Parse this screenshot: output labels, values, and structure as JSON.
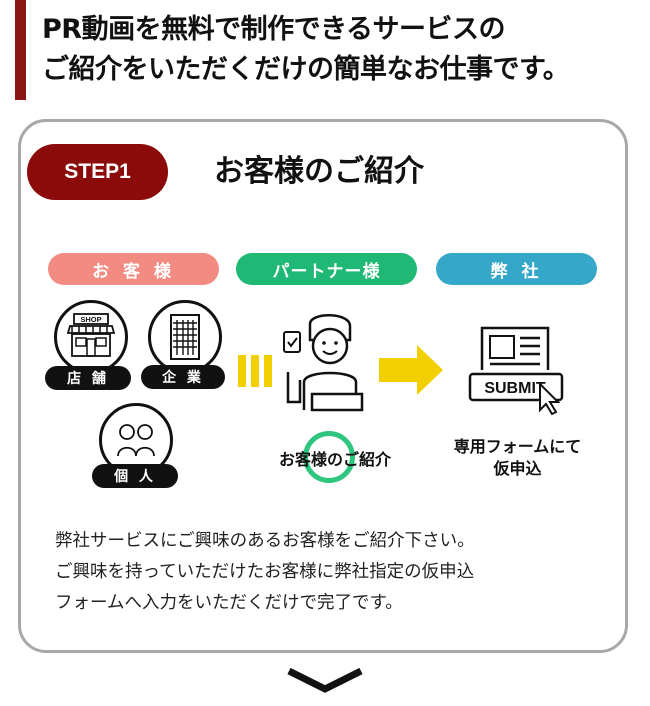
{
  "header": {
    "title": "PR動画を無料で制作できるサービスの\nご紹介をいただくだけの簡単なお仕事です。"
  },
  "step": {
    "badge": "STEP1",
    "title": "お客様のご紹介"
  },
  "roles": {
    "customer": "お 客 様",
    "partner": "パートナー様",
    "company": "弊 社"
  },
  "customer_types": [
    {
      "label": "店 舗",
      "sign": "SHOP"
    },
    {
      "label": "企 業"
    },
    {
      "label": "個 人"
    }
  ],
  "partner_caption": "お客様のご紹介",
  "submit": {
    "sign": "SUBMIT",
    "caption": "専用フォームにて\n仮申込"
  },
  "description": "弊社サービスにご興味のあるお客様をご紹介下さい。\nご興味を持っていただけたお客様に弊社指定の仮申込\nフォームへ入力をいただくだけで完了です。",
  "colors": {
    "accent": "#8b0a0a",
    "customer": "#f28b82",
    "partner": "#1fb874",
    "company": "#35a8c9",
    "arrow": "#f2cf00",
    "highlight_ring": "#2ec57f"
  }
}
